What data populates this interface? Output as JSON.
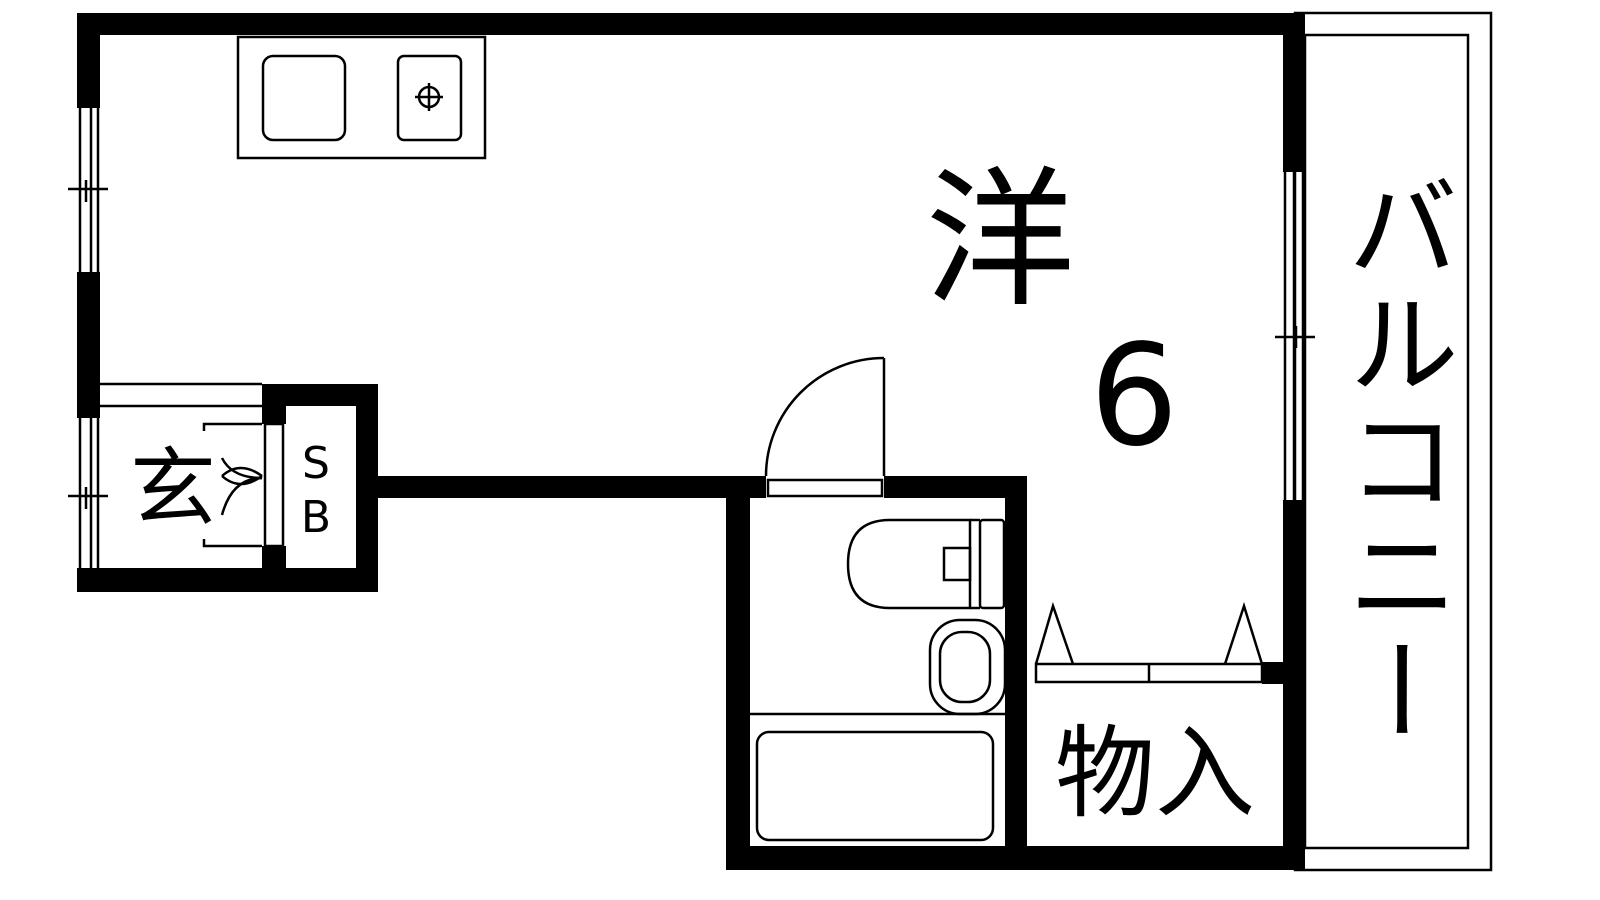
{
  "floor_plan": {
    "rooms": {
      "western_room_label": "洋",
      "western_room_size": "6",
      "entrance_label": "玄",
      "shoe_box_s": "S",
      "shoe_box_b": "B",
      "storage_label": "物入",
      "balcony_label": "バルコニー"
    },
    "colors": {
      "line": "#000000",
      "background": "#ffffff"
    }
  }
}
